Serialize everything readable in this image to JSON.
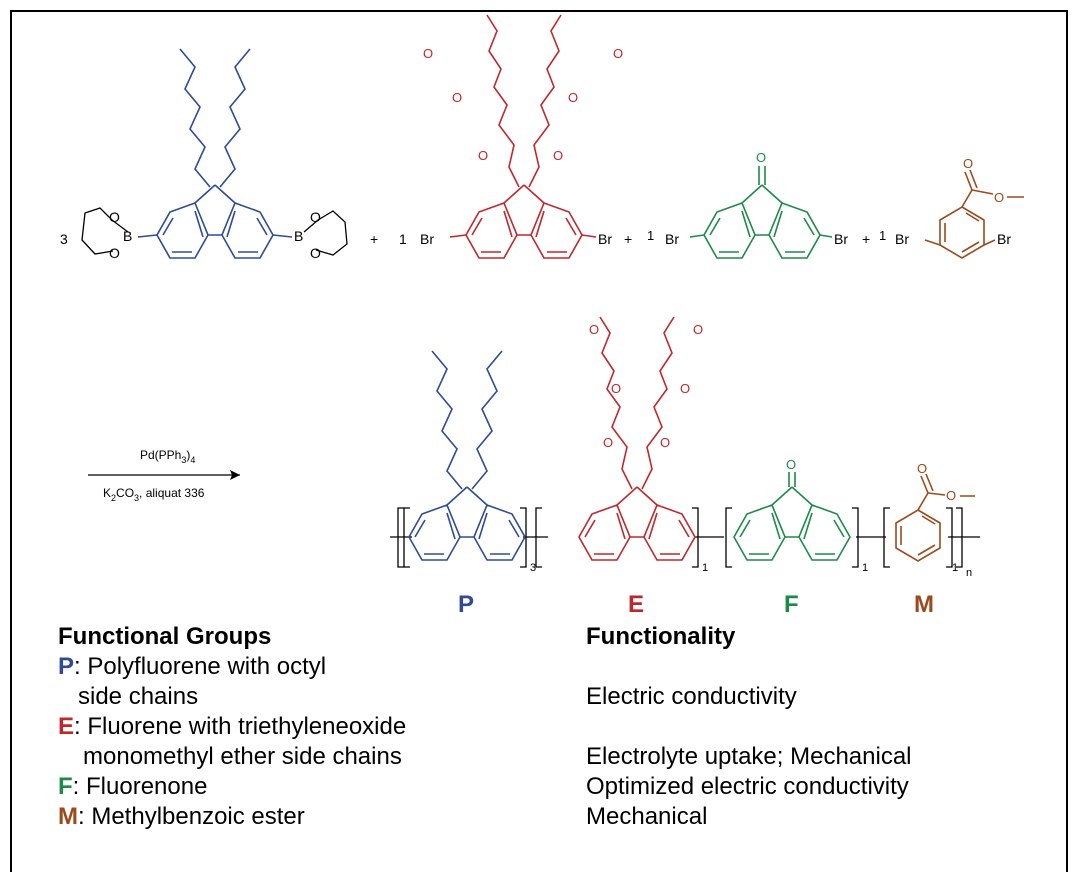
{
  "colors": {
    "P": "#2f4b95",
    "E": "#c0272d",
    "F": "#1e8a4a",
    "M": "#9c4a1c",
    "black": "#000000"
  },
  "reactants": {
    "coef_P": "3",
    "coef_E": "1",
    "coef_F": "1",
    "coef_M": "1",
    "plus": "+",
    "B": "B",
    "O": "O",
    "Br": "Br"
  },
  "reaction": {
    "catalyst_main": "Pd(PPh",
    "catalyst_sub": "3",
    "catalyst_close": ")",
    "catalyst_sub2": "4",
    "conditions_a": "K",
    "conditions_sub1": "2",
    "conditions_b": "CO",
    "conditions_sub2": "3",
    "conditions_c": ", aliquat 336"
  },
  "product": {
    "sub_P": "3",
    "sub_E": "1",
    "sub_F": "1",
    "sub_M": "1",
    "sub_n": "n",
    "labels": [
      "P",
      "E",
      "F",
      "M"
    ]
  },
  "legend": {
    "groups_heading": "Functional Groups",
    "functionality_heading": "Functionality",
    "items": [
      {
        "code": "P",
        "text": ": Polyfluorene with octyl",
        "text2": "side chains",
        "function": "Electric conductivity"
      },
      {
        "code": "E",
        "text": ": Fluorene with triethyleneoxide",
        "text2": "monomethyl ether side chains",
        "function": "Electrolyte uptake; Mechanical"
      },
      {
        "code": "F",
        "text": ": Fluorenone",
        "function": "Optimized electric conductivity"
      },
      {
        "code": "M",
        "text": ": Methylbenzoic ester",
        "function": "Mechanical"
      }
    ]
  }
}
